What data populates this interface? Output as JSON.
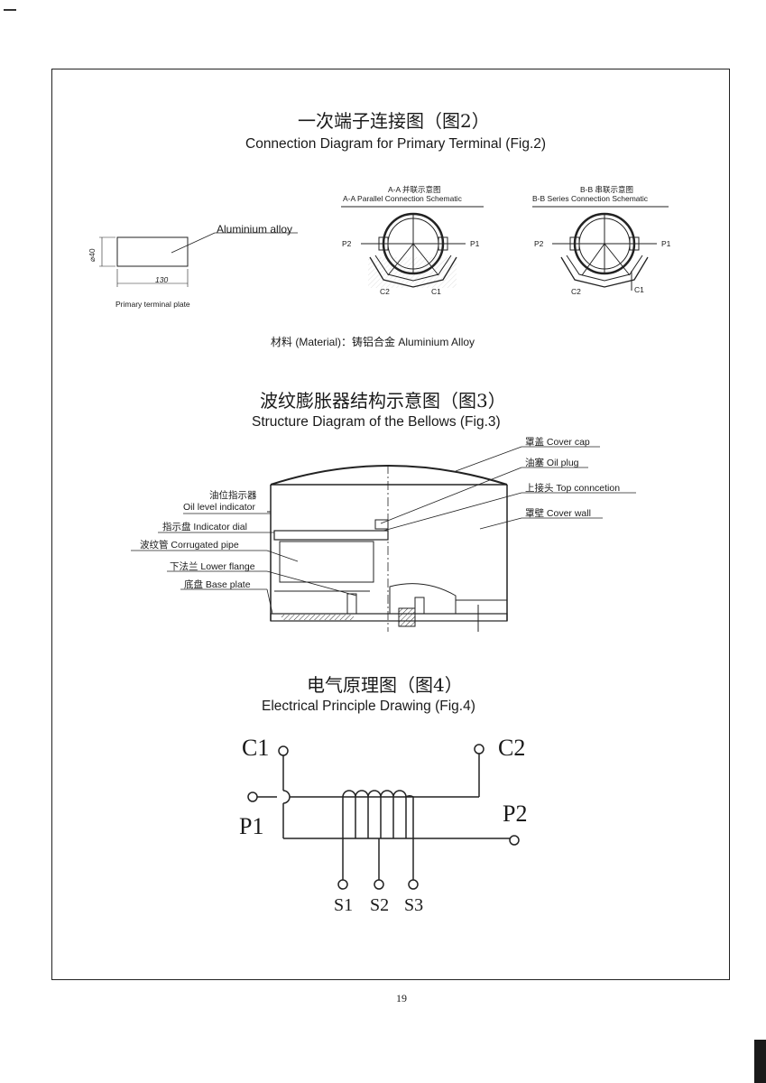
{
  "fig2": {
    "title_cn": "一次端子连接图（图2）",
    "title_en": "Connection Diagram for Primary Terminal (Fig.2)",
    "plate": {
      "label": "Aluminium alloy",
      "dim_diameter": "⌀40",
      "dim_length": "130",
      "caption": "Primary terminal plate"
    },
    "aa": {
      "title_cn": "A-A 并联示意图",
      "title_en": "A-A Parallel  Connection Schematic",
      "p2": "P2",
      "p1": "P1",
      "c2": "C2",
      "c1": "C1"
    },
    "bb": {
      "title_cn": "B-B 串联示意图",
      "title_en": "B-B Series Connection Schematic",
      "p2": "P2",
      "p1": "P1",
      "c2": "C2",
      "c1": "C1"
    },
    "material": "材料 (Material)：铸铝合金  Aluminium Alloy"
  },
  "fig3": {
    "title_cn": "波纹膨胀器结构示意图（图3）",
    "title_en": "Structure Diagram of the Bellows (Fig.3)",
    "left_labels": {
      "oil_level_cn": "油位指示器",
      "oil_level_en": "Oil level indicator",
      "indicator_dial": "指示盘  Indicator dial",
      "corrugated_pipe": "波纹管  Corrugated pipe",
      "lower_flange": "下法兰 Lower flange",
      "base_plate": "底盘 Base plate"
    },
    "right_labels": {
      "cover_cap": "罩盖 Cover cap",
      "oil_plug": "油塞 Oil plug",
      "top_connection": "上接头 Top conncetion",
      "cover_wall": "罩壁 Cover wall"
    }
  },
  "fig4": {
    "title_cn": "电气原理图（图4）",
    "title_en": "Electrical Principle Drawing (Fig.4)",
    "c1": "C1",
    "c2": "C2",
    "p1": "P1",
    "p2": "P2",
    "s1": "S1",
    "s2": "S2",
    "s3": "S3"
  },
  "page_number": "19"
}
